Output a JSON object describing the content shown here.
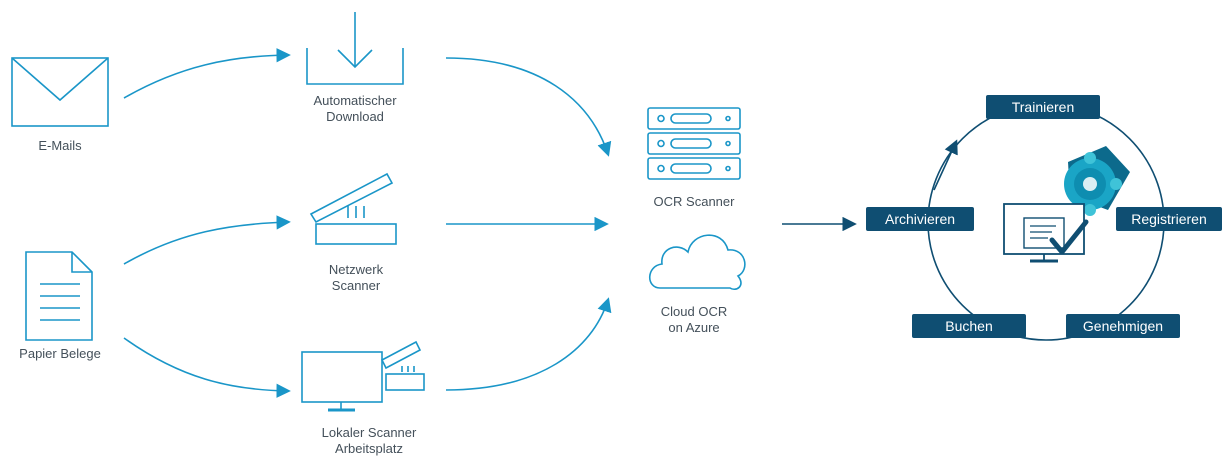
{
  "sources": {
    "email": "E-Mails",
    "paper": "Papier Belege"
  },
  "inputs": {
    "download": [
      "Automatischer",
      "Download"
    ],
    "network": [
      "Netzwerk",
      "Scanner"
    ],
    "local": [
      "Lokaler Scanner",
      "Arbeitsplatz"
    ]
  },
  "processing": {
    "ocr_scanner": "OCR Scanner",
    "cloud": [
      "Cloud OCR",
      "on Azure"
    ]
  },
  "cycle": {
    "trainieren": "Trainieren",
    "archivieren": "Archivieren",
    "registrieren": "Registrieren",
    "buchen": "Buchen",
    "genehmigen": "Genehmigen"
  },
  "icons": {
    "envelope": "envelope-icon",
    "document": "document-icon",
    "download": "download-tray-icon",
    "network_scanner": "flatbed-scanner-icon",
    "local_scanner": "monitor-scanner-icon",
    "server": "server-rack-icon",
    "cloud": "cloud-icon",
    "app_logo": "business-central-logo-icon",
    "approve": "monitor-checkmark-icon"
  },
  "colors": {
    "line": "#1a96c8",
    "pill": "#0f4e72",
    "dark_stroke": "#0f4e72",
    "text": "#44505a"
  }
}
